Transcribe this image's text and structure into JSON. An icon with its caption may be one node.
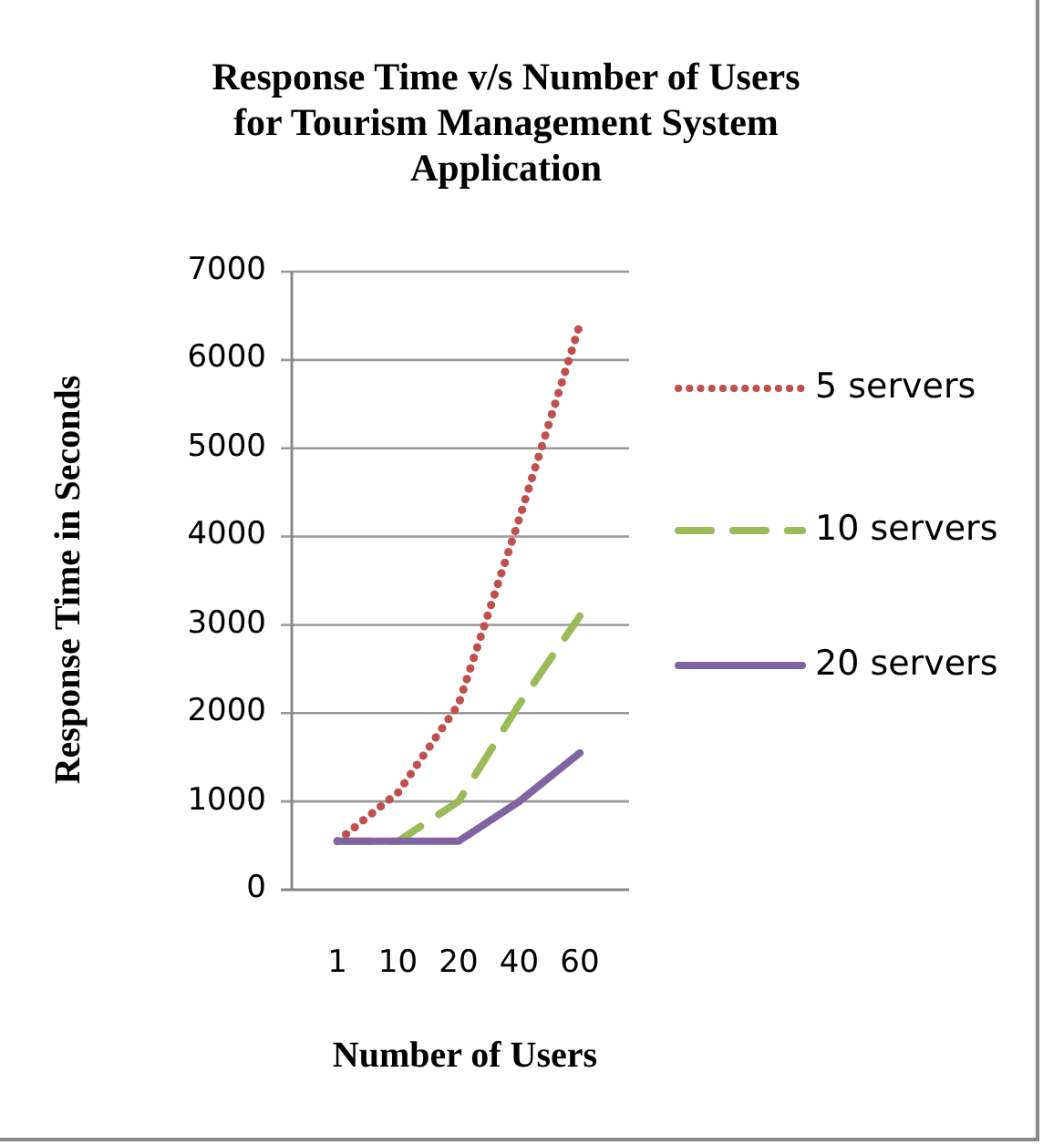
{
  "diagram": {
    "chart_data": {
      "type": "line",
      "title": "Response Time v/s Number of Users for Tourism Management System Application",
      "xlabel": "Number of Users",
      "ylabel": "Response Time in Seconds",
      "categories": [
        "1",
        "10",
        "20",
        "40",
        "60"
      ],
      "series": [
        {
          "name": "5 servers",
          "color": "#c0504d",
          "line_style": "dotted",
          "values": [
            550,
            1100,
            2100,
            4200,
            6400
          ]
        },
        {
          "name": "10 servers",
          "color": "#9bbb59",
          "line_style": "dashed",
          "values": [
            550,
            550,
            1000,
            2100,
            3100
          ]
        },
        {
          "name": "20 servers",
          "color": "#8064a2",
          "line_style": "solid",
          "values": [
            550,
            550,
            550,
            1000,
            1550
          ]
        }
      ],
      "grid": true,
      "legend": true,
      "ylim": [
        0,
        7000
      ],
      "yticks": [
        0,
        1000,
        2000,
        3000,
        4000,
        5000,
        6000,
        7000
      ]
    }
  }
}
